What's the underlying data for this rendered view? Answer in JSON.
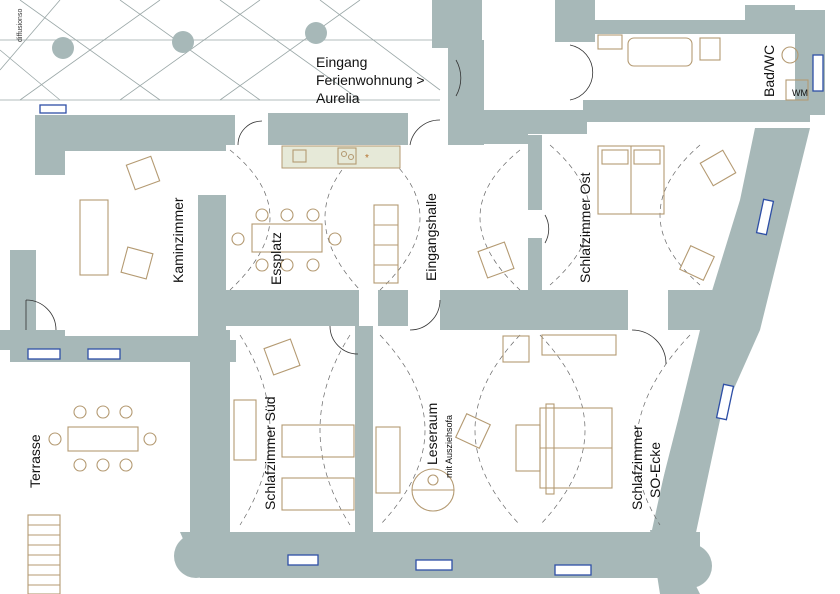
{
  "plan": {
    "entrance_line1": "Eingang",
    "entrance_line2": "Ferienwohnung >",
    "entrance_line3": "Aurelia",
    "rooms": {
      "kaminzimmer": "Kaminzimmer",
      "essplatz": "Essplatz",
      "eingangshalle": "Eingangshalle",
      "schlafzimmer_ost": "Schlafzimmer Ost",
      "bad_wc": "Bad/WC",
      "terrasse": "Terrasse",
      "schlafzimmer_sued": "Schlafzimmer Süd",
      "leseraum": "Leseraum",
      "leseraum_sub": "mit Ausziehsofa",
      "schlafzimmer_so_line1": "Schlafzimmer",
      "schlafzimmer_so_line2": "SO-Ecke"
    },
    "wm_label": "WM",
    "credit": "diffusionso"
  },
  "colors": {
    "wall": "#a7b8b8",
    "furniture": "#b49a72",
    "window": "#2e4fa6"
  }
}
